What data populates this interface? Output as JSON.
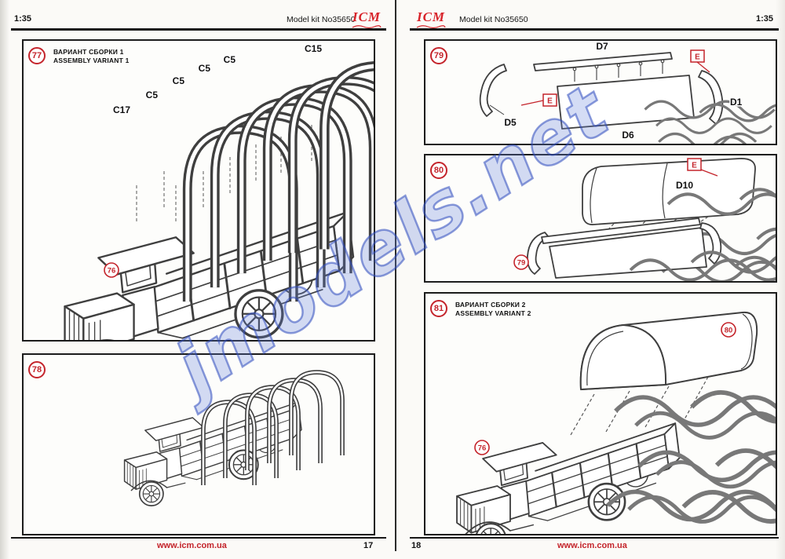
{
  "watermark": {
    "text": "jmodels.net"
  },
  "brand": {
    "logo_text": "ICM"
  },
  "page_left": {
    "scale_label": "1:35",
    "kit_title": "Model kit No35650",
    "footer_url": "www.icm.com.ua",
    "page_number": "17"
  },
  "page_right": {
    "scale_label": "1:35",
    "kit_title": "Model kit No35650",
    "footer_url": "www.icm.com.ua",
    "page_number": "18"
  },
  "steps": {
    "s77": {
      "number": "77",
      "title_ru": "ВАРИАНТ СБОРКИ 1",
      "title_en": "ASSEMBLY VARIANT 1",
      "part_labels": [
        "C17",
        "C5",
        "C5",
        "C5",
        "C5",
        "C15"
      ],
      "callout_76": "76"
    },
    "s78": {
      "number": "78"
    },
    "s79": {
      "number": "79",
      "label_d7": "D7",
      "label_d5": "D5",
      "label_d6": "D6",
      "label_d1": "D1",
      "connector_e1": "E",
      "connector_e2": "E"
    },
    "s80": {
      "number": "80",
      "label_d10": "D10",
      "connector_e": "E",
      "callout_79": "79"
    },
    "s81": {
      "number": "81",
      "title_ru": "ВАРИАНТ СБОРКИ 2",
      "title_en": "ASSEMBLY VARIANT 2",
      "callout_80": "80",
      "callout_76": "76"
    }
  }
}
